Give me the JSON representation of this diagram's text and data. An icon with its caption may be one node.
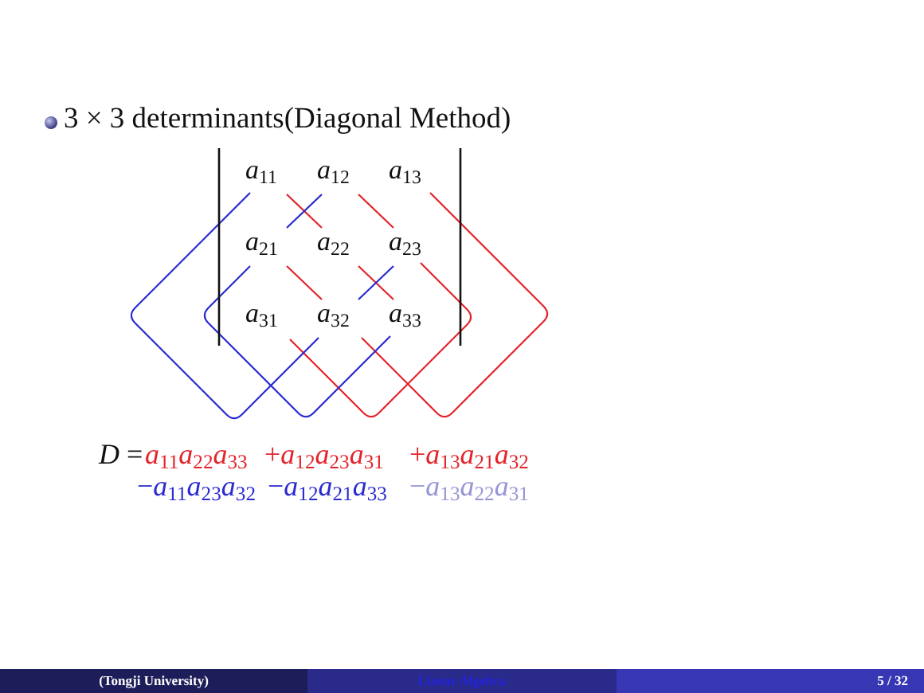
{
  "diagram": {
    "labels": [
      "3 × 3 determinants(Diagonal Method)",
      "*a*$_{11}$",
      "*a*$_{12}$",
      "*a*$_{13}$",
      "*a*$_{21}$",
      "*a*$_{22}$",
      "*a*$_{23}$",
      "*a*$_{31}$",
      "*a*$_{32}$",
      "*a*$_{33}$",
      "*D* =",
      "*a*$_{11}$*a*$_{22}$*a*$_{33}$",
      "+*a*$_{12}$*a*$_{23}$*a*$_{31}$",
      "+*a*$_{13}$*a*$_{21}$*a*$_{32}$",
      "−*a*$_{11}$*a*$_{23}$*a*$_{32}$",
      "−*a*$_{12}$*a*$_{21}$*a*$_{33}$",
      "−*a*$_{13}$*a*$_{22}$*a*$_{31}$",
      "(Tongji University)",
      "Linear Algebra",
      "5 / 32"
    ]
  }
}
